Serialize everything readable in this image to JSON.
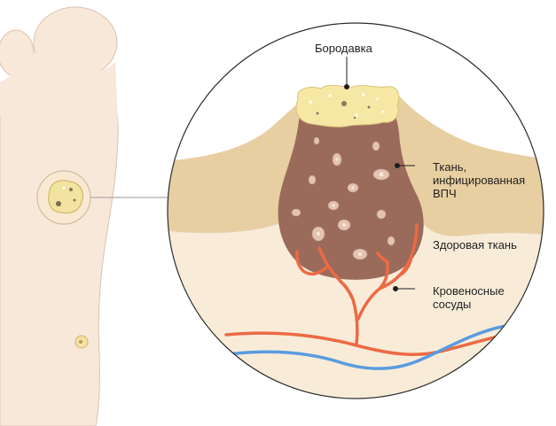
{
  "labels": {
    "wart": "Бородавка",
    "infected": {
      "line1": "Ткань,",
      "line2": "инфицированная",
      "line3": "ВПЧ"
    },
    "healthy": "Здоровая ткань",
    "vessels": {
      "line1": "Кровеносные",
      "line2": "сосуды"
    }
  },
  "colors": {
    "skin_sole": "#f8e8da",
    "skin_outline": "#d9c3b3",
    "epidermis": "#e8cfa2",
    "dermis": "#f8ecd9",
    "wart_cap": "#f6e7a5",
    "infected_tissue": "#9a6b5b",
    "artery": "#ec6a45",
    "vein": "#5a9be0",
    "leader": "#1f1f1f"
  }
}
